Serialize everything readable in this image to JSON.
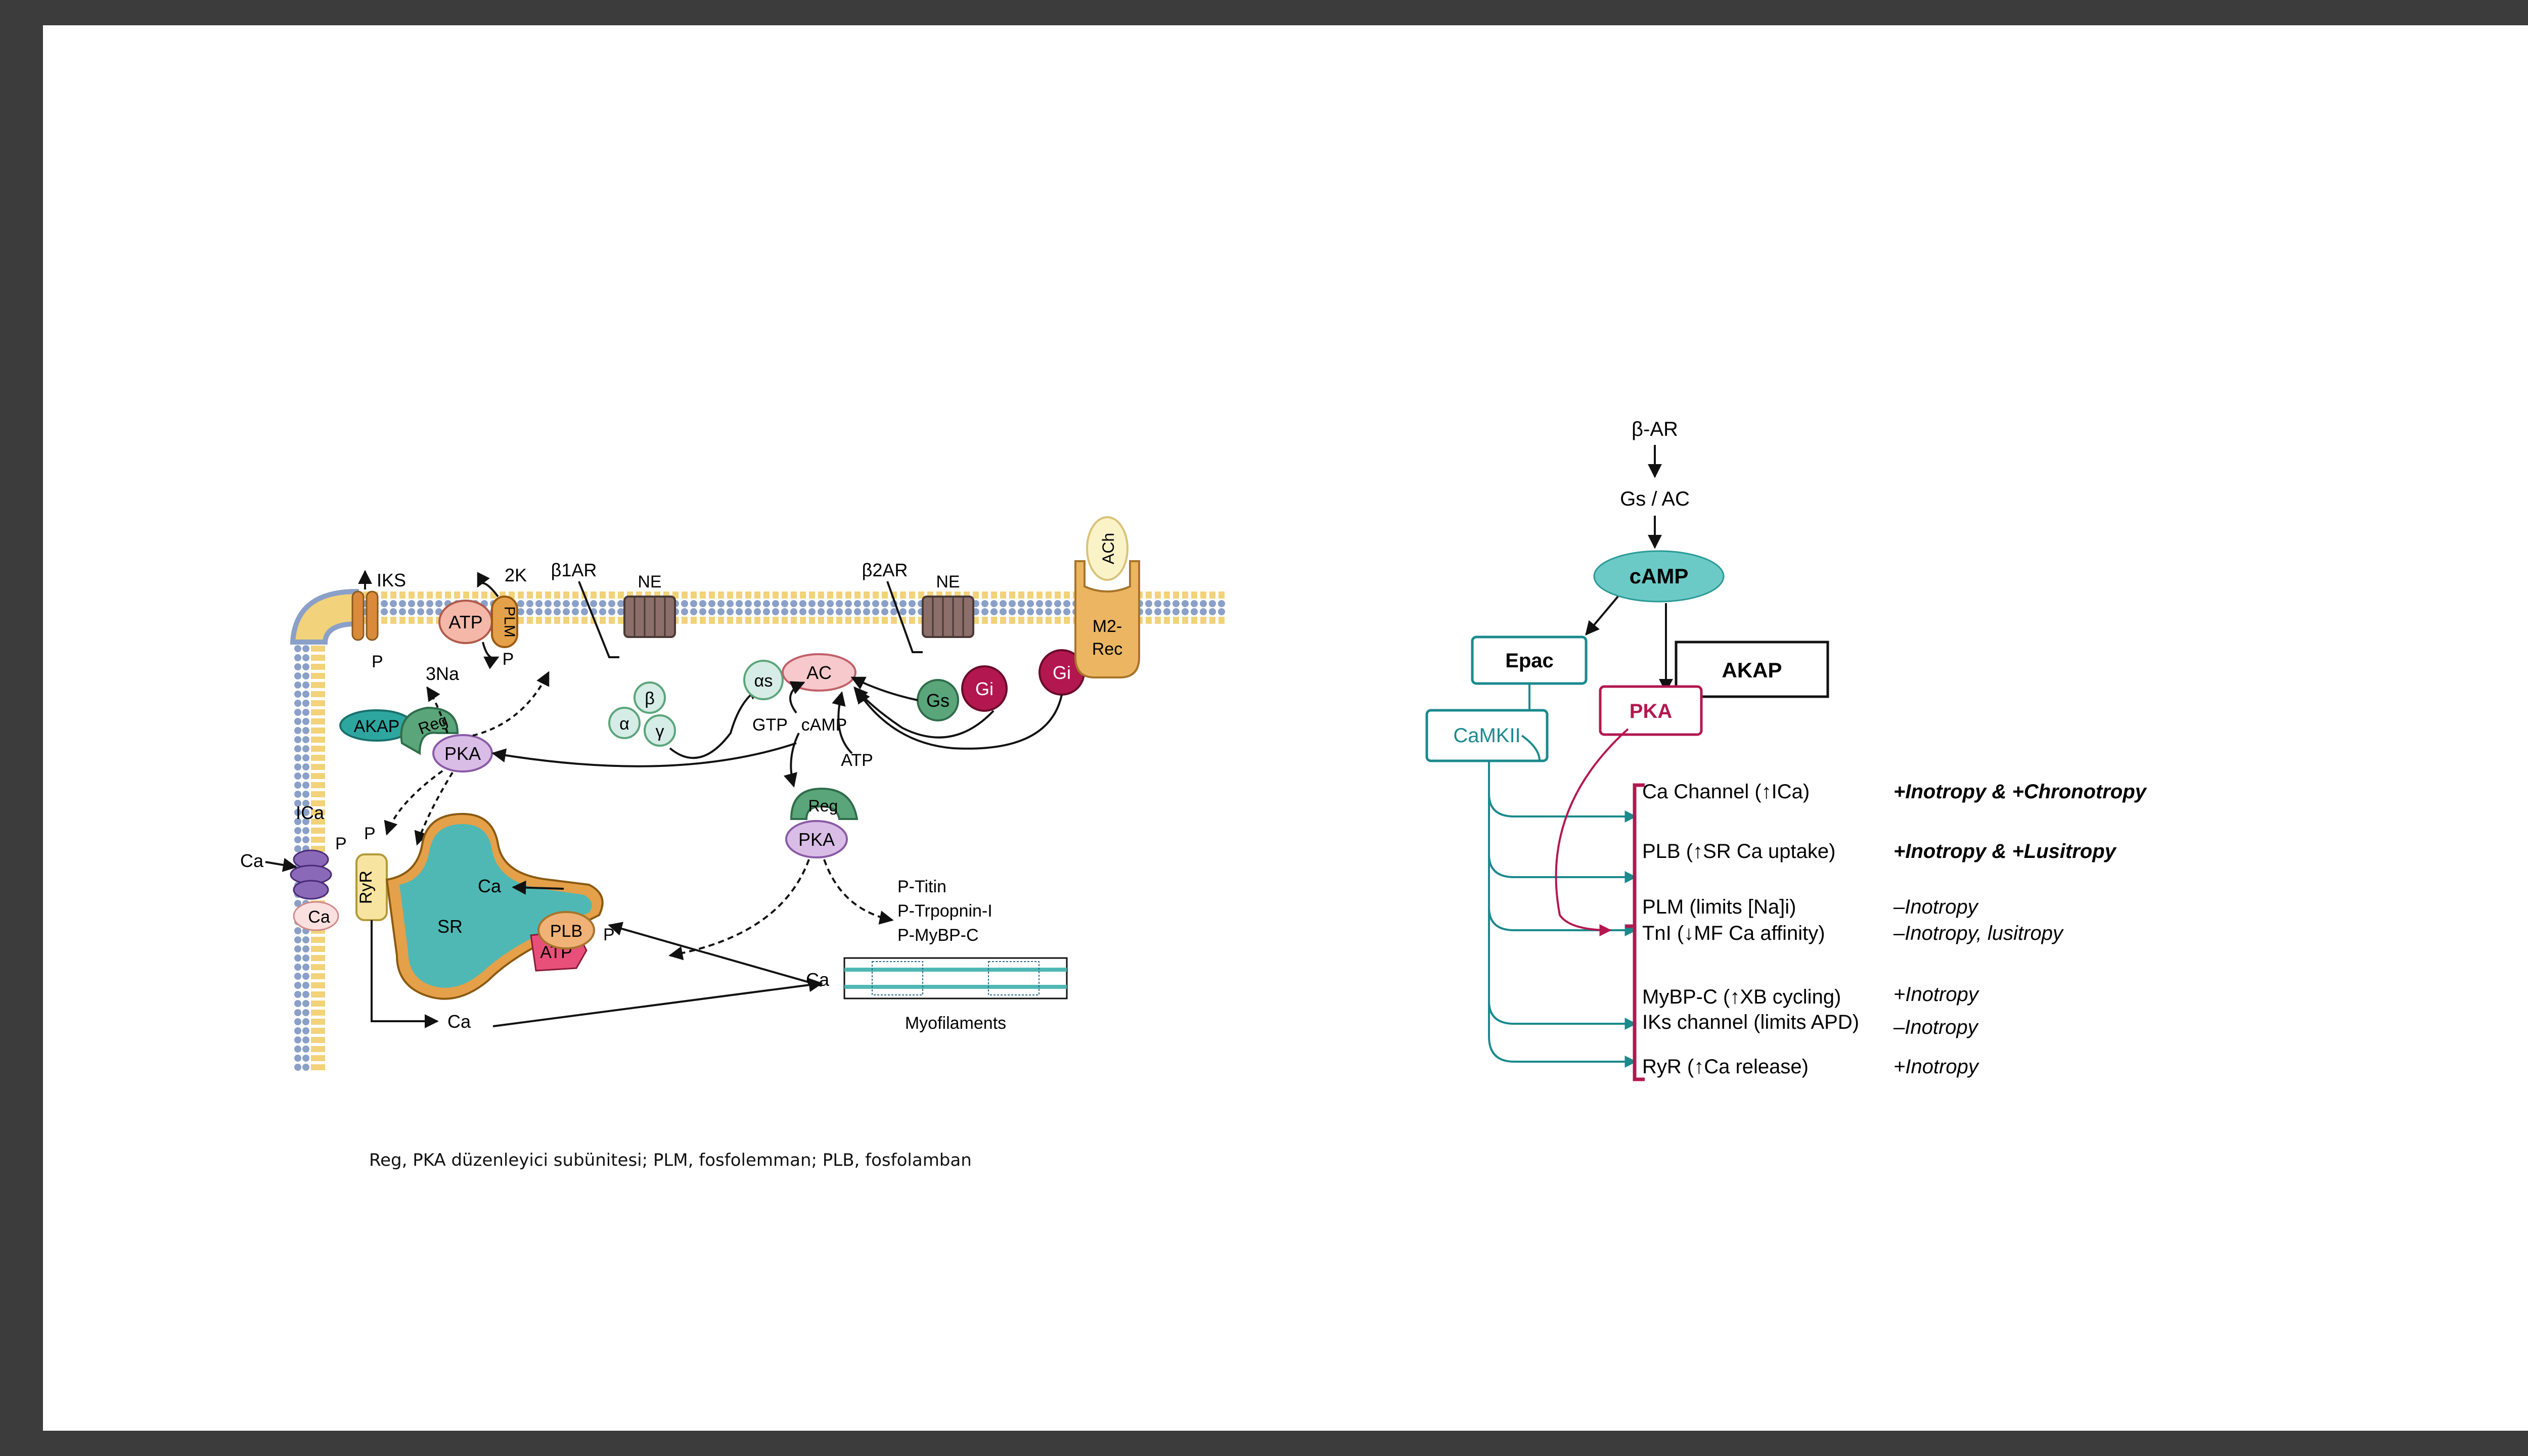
{
  "caption": "Reg, PKA düzenleyici subünitesi; PLM, fosfolemman; PLB, fosfolamban",
  "colors": {
    "teal": "#4fb8b4",
    "teal_dark": "#1a8a8c",
    "crimson": "#b3174f",
    "pink": "#f4b7a8",
    "green": "#5aa57a",
    "purple": "#c9a9d6",
    "orange": "#e5a04a",
    "yellow": "#f7e4a0",
    "membrane": "#8aa0c8"
  },
  "left_diagram": {
    "iks": "IKS",
    "iks_p": "P",
    "k2": "2K",
    "na3": "3Na",
    "atp_pump": "ATP",
    "plm": "PLM",
    "plm_p": "P",
    "b1ar": "β1AR",
    "ne1": "NE",
    "g_alpha": "α",
    "g_beta": "β",
    "g_gamma": "γ",
    "alpha_s": "αs",
    "ac": "AC",
    "gtp": "GTP",
    "camp": "cAMP",
    "atp_ac": "ATP",
    "b2ar": "β2AR",
    "ne2": "NE",
    "gs": "Gs",
    "gi1": "Gi",
    "gi2": "Gi",
    "ach": "ACh",
    "m2": "M2-",
    "rec": "Rec",
    "akap": "AKAP",
    "reg1": "Reg",
    "pka1": "PKA",
    "reg2": "Reg",
    "pka2": "PKA",
    "ica": "ICa",
    "ca_in": "Ca",
    "ca_channel": "Ca",
    "p_a": "P",
    "p_b": "P",
    "ryr": "RyR",
    "sr": "SR",
    "sr_ca": "Ca",
    "plb": "PLB",
    "atp_serca": "ATP",
    "plb_p": "P",
    "targets": [
      "P-Titin",
      "P-Trpopnin-I",
      "P-MyBP-C"
    ],
    "ca_right": "Ca",
    "ca_bottom": "Ca",
    "myofilaments": "Myofilaments"
  },
  "right_diagram": {
    "bar": "β-AR",
    "gs_ac": "Gs / AC",
    "camp": "cAMP",
    "epac": "Epac",
    "akap": "AKAP",
    "pka": "PKA",
    "camkii": "CaMKII",
    "targets": [
      {
        "label": "Ca Channel (↑ICa)",
        "effect": "+Inotropy & +Chronotropy",
        "bold": true
      },
      {
        "label": "PLB (↑SR Ca uptake)",
        "effect": "+Inotropy & +Lusitropy",
        "bold": true
      },
      {
        "label": "PLM (limits [Na]i)",
        "effect": "–Inotropy",
        "bold": false
      },
      {
        "label": "TnI (↓MF Ca affinity)",
        "effect": "–Inotropy, lusitropy",
        "bold": false
      },
      {
        "label": "MyBP-C (↑XB cycling)",
        "effect": "+Inotropy",
        "bold": false
      },
      {
        "label": "IKs channel (limits APD)",
        "effect": "–Inotropy",
        "bold": false
      },
      {
        "label": "RyR (↑Ca release)",
        "effect": "+Inotropy",
        "bold": false
      }
    ]
  }
}
